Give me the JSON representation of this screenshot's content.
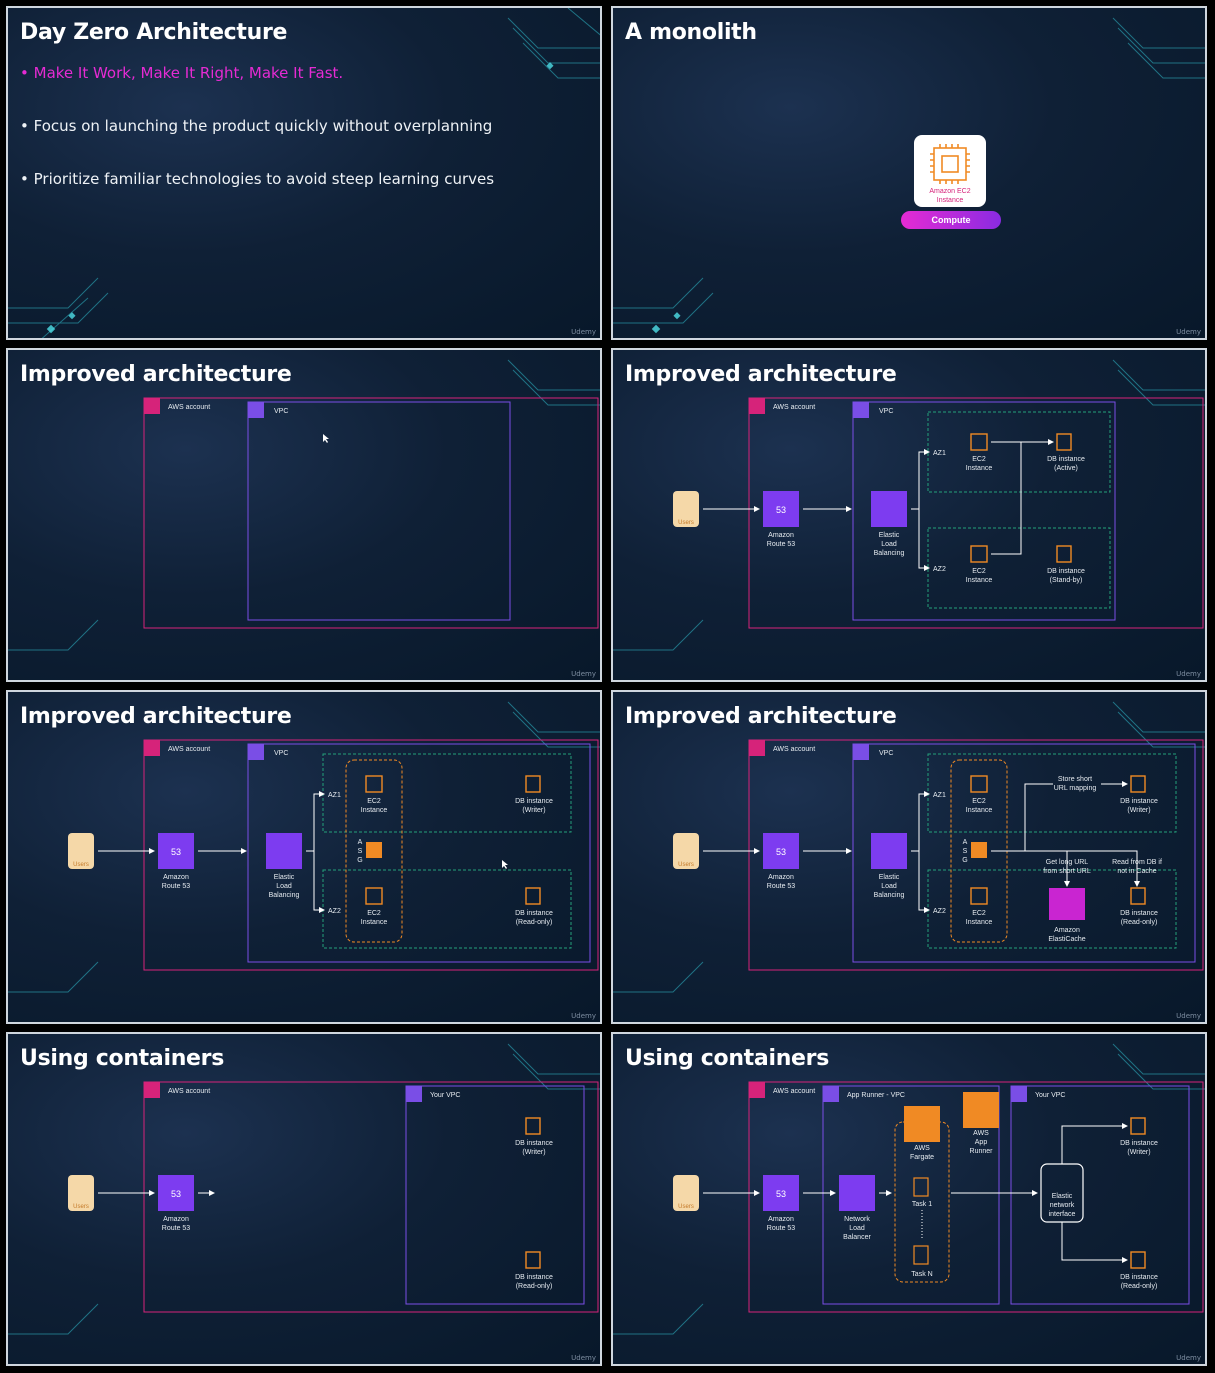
{
  "slides": [
    {
      "title": "Day Zero Architecture",
      "bullets": [
        "Make It Work, Make It Right, Make It Fast.",
        "Focus on launching the product quickly without overplanning",
        "Prioritize familiar technologies to avoid steep learning curves"
      ]
    },
    {
      "title": "A monolith",
      "ec2_label_1": "Amazon EC2",
      "ec2_label_2": "Instance",
      "compute": "Compute"
    },
    {
      "title": "Improved architecture"
    },
    {
      "title": "Improved architecture"
    },
    {
      "title": "Improved architecture"
    },
    {
      "title": "Improved architecture"
    },
    {
      "title": "Using containers"
    },
    {
      "title": "Using containers"
    }
  ],
  "labels": {
    "aws_account": "AWS account",
    "vpc": "VPC",
    "your_vpc": "Your VPC",
    "app_runner_vpc": "App Runner - VPC",
    "users": "Users",
    "route53_1": "Amazon",
    "route53_2": "Route 53",
    "r53_badge": "53",
    "elb_1": "Elastic",
    "elb_2": "Load",
    "elb_3": "Balancing",
    "az1": "AZ1",
    "az2": "AZ2",
    "ec2_1": "EC2",
    "ec2_2": "Instance",
    "db": "DB instance",
    "active": "(Active)",
    "standby": "(Stand-by)",
    "writer": "(Writer)",
    "readonly": "(Read-only)",
    "asg_a": "A",
    "asg_s": "S",
    "asg_g": "G",
    "store_1": "Store short",
    "store_2": "URL mapping",
    "getlong_1": "Get long URL",
    "getlong_2": "from short URL",
    "readdb_1": "Read from DB if",
    "readdb_2": "not in Cache",
    "elasticache_1": "Amazon",
    "elasticache_2": "ElastiCache",
    "nlb_1": "Network",
    "nlb_2": "Load",
    "nlb_3": "Balancer",
    "fargate_1": "AWS",
    "fargate_2": "Fargate",
    "apprunner_1": "AWS",
    "apprunner_2": "App",
    "apprunner_3": "Runner",
    "task1": "Task 1",
    "taskn": "Task N",
    "eni_1": "Elastic",
    "eni_2": "network",
    "eni_3": "interface"
  },
  "watermark": "Udemy",
  "colors": {
    "account": "#d6237a",
    "vpc": "#7a4ee6",
    "az": "#24a07a",
    "ec2": "#f08a24",
    "purple": "#7d3cf0",
    "db": "#f08a24",
    "users": "#f5d8a8",
    "pink": "#e52bd3"
  }
}
